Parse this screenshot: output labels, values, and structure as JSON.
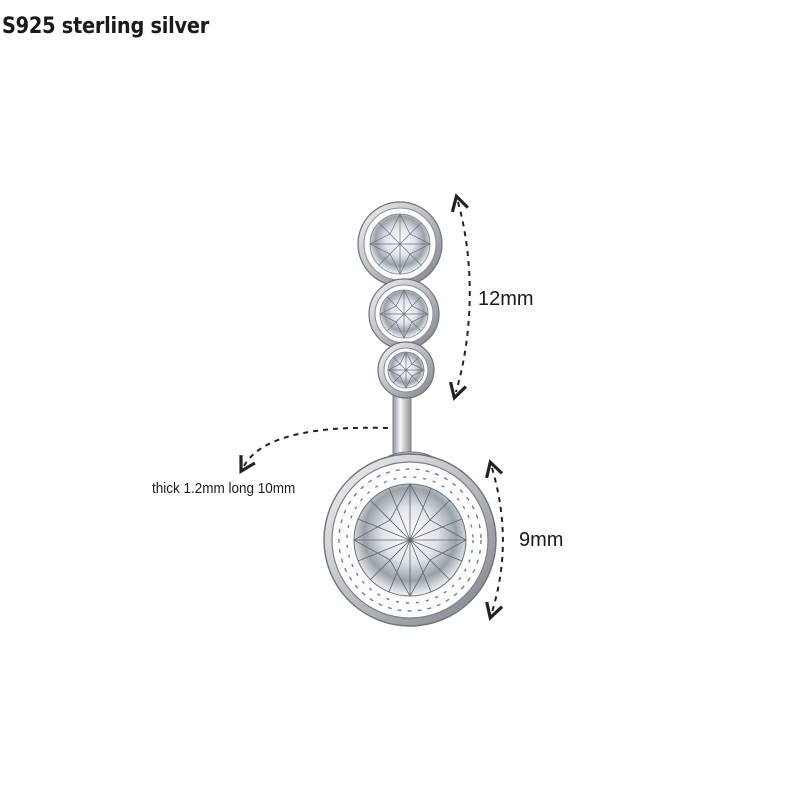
{
  "product": {
    "material_label": "S925 sterling silver",
    "dimensions": {
      "top_stones_length": "12mm",
      "bottom_stone_diameter": "9mm",
      "bar_spec": "thick 1.2mm long 10mm"
    }
  },
  "colors": {
    "background": "#ffffff",
    "silver": "#c9ccd1",
    "silver_dark": "#6f7378",
    "gem": "#eef2f6",
    "dashed_line": "#222222"
  }
}
